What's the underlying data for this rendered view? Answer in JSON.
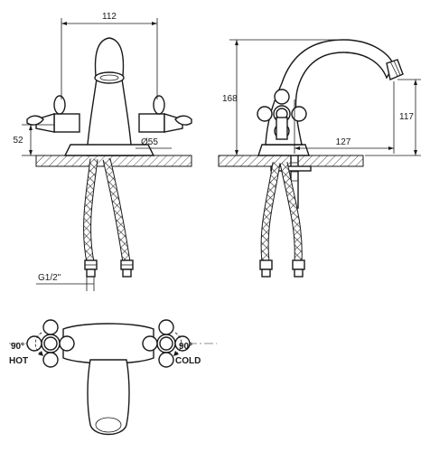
{
  "dimensions": {
    "width_top": "112",
    "height_left": "52",
    "diameter": "Ø55",
    "height_total": "168",
    "reach": "127",
    "spout_height": "117",
    "thread": "G1/2\""
  },
  "rotation": {
    "left_angle": "90°",
    "right_angle": "90°",
    "hot": "HOT",
    "cold": "COLD"
  }
}
